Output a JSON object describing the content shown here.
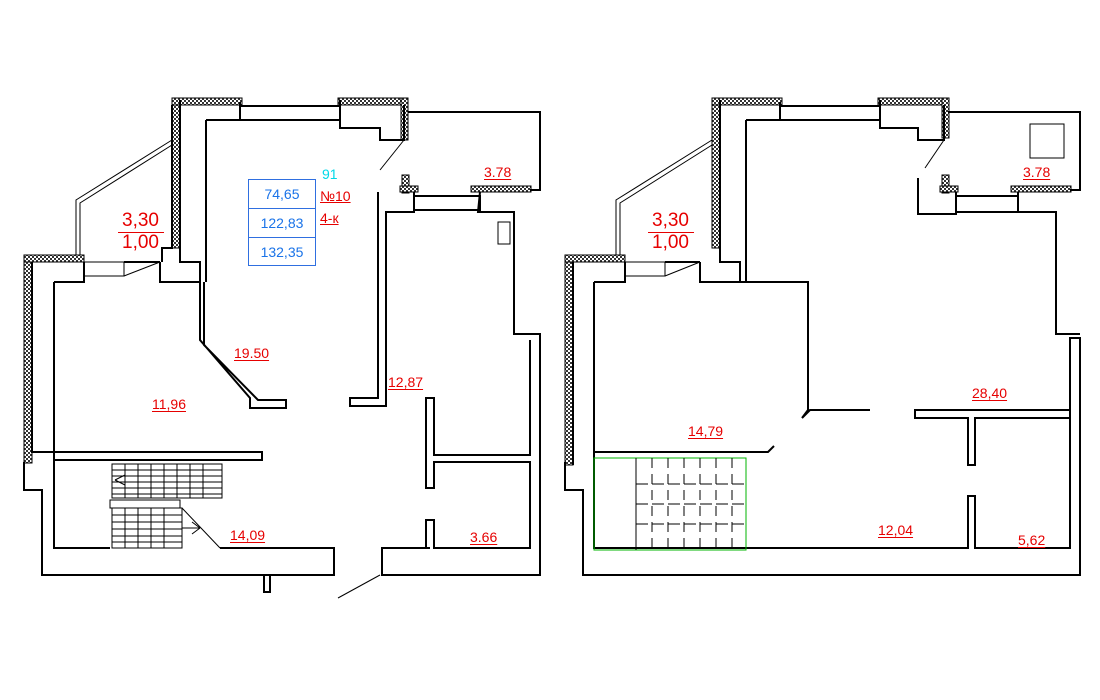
{
  "colors": {
    "wall": "#000000",
    "hatch": "#333333",
    "area_label": "#e60000",
    "info_text": "#1a73e8",
    "info_border": "#2f6fe0",
    "floor_number": "#00d8e8",
    "stair_highlight": "#00b400"
  },
  "left_plan": {
    "rooms": [
      {
        "area": "19.50"
      },
      {
        "area": "11,96"
      },
      {
        "area": "12,87"
      },
      {
        "area": "3.78"
      },
      {
        "area": "14,09"
      },
      {
        "area": "3.66"
      }
    ],
    "balcony_ratio": {
      "top": "3,30",
      "bottom": "1,00"
    },
    "info_box": {
      "values": [
        "74,65",
        "122,83",
        "132,35"
      ]
    },
    "floor_number": "91",
    "apartment_number": "№10",
    "apartment_type": "4-к"
  },
  "right_plan": {
    "rooms": [
      {
        "area": "3.78"
      },
      {
        "area": "28,40"
      },
      {
        "area": "14,79"
      },
      {
        "area": "12,04"
      },
      {
        "area": "5,62"
      }
    ],
    "balcony_ratio": {
      "top": "3,30",
      "bottom": "1,00"
    }
  }
}
